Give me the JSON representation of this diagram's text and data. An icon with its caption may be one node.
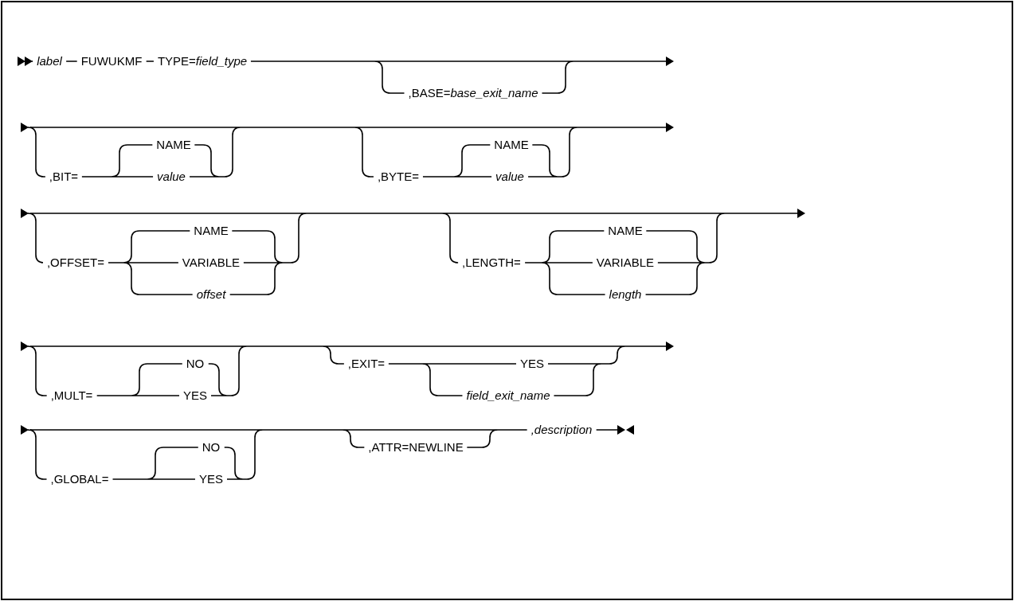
{
  "diagram": {
    "labels": [
      "label",
      "FUWUKMF",
      "TYPE=*field_type*",
      ",BASE=*base_exit_name*",
      ",BIT=",
      "NAME",
      "value",
      ",BYTE=",
      "NAME",
      "value",
      ",OFFSET=",
      "NAME",
      "VARIABLE",
      "offset",
      ",LENGTH=",
      "NAME",
      "VARIABLE",
      "length",
      ",MULT=",
      "NO",
      "YES",
      ",EXIT=",
      "YES",
      "field_exit_name",
      ",GLOBAL=",
      "NO",
      "YES",
      ",ATTR=NEWLINE",
      ",description"
    ]
  }
}
